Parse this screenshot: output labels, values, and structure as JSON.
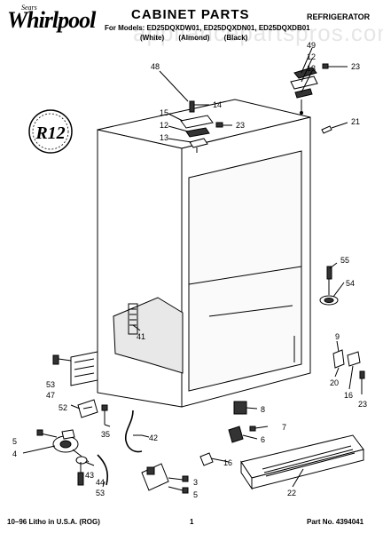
{
  "header": {
    "brand_swirl": "Sears",
    "brand": "Whirlpool",
    "title": "CABINET PARTS",
    "category": "REFRIGERATOR",
    "models": "For Models: ED25DQXDW01, ED25DQXDN01, ED25DQXDB01",
    "colors": "(White) (Almond) (Black)",
    "watermark": "appliancepartspros.com"
  },
  "badge": {
    "text": "R12"
  },
  "callouts": [
    {
      "id": "c48",
      "text": "48"
    },
    {
      "id": "c49",
      "text": "49"
    },
    {
      "id": "c12a",
      "text": "12"
    },
    {
      "id": "c13a",
      "text": "13"
    },
    {
      "id": "c23a",
      "text": "23"
    },
    {
      "id": "c14",
      "text": "14"
    },
    {
      "id": "c15",
      "text": "15"
    },
    {
      "id": "c12b",
      "text": "12"
    },
    {
      "id": "c13b",
      "text": "13"
    },
    {
      "id": "c23b",
      "text": "23"
    },
    {
      "id": "c21",
      "text": "21"
    },
    {
      "id": "c55",
      "text": "55"
    },
    {
      "id": "c54",
      "text": "54"
    },
    {
      "id": "c41",
      "text": "41"
    },
    {
      "id": "c9",
      "text": "9"
    },
    {
      "id": "c53a",
      "text": "53"
    },
    {
      "id": "c47",
      "text": "47"
    },
    {
      "id": "c52",
      "text": "52"
    },
    {
      "id": "c20",
      "text": "20"
    },
    {
      "id": "c16a",
      "text": "16"
    },
    {
      "id": "c23c",
      "text": "23"
    },
    {
      "id": "c8",
      "text": "8"
    },
    {
      "id": "c7",
      "text": "7"
    },
    {
      "id": "c6",
      "text": "6"
    },
    {
      "id": "c35",
      "text": "35"
    },
    {
      "id": "c42",
      "text": "42"
    },
    {
      "id": "c5a",
      "text": "5"
    },
    {
      "id": "c4",
      "text": "4"
    },
    {
      "id": "c16b",
      "text": "16"
    },
    {
      "id": "c43",
      "text": "43"
    },
    {
      "id": "c3",
      "text": "3"
    },
    {
      "id": "c5b",
      "text": "5"
    },
    {
      "id": "c44",
      "text": "44"
    },
    {
      "id": "c53b",
      "text": "53"
    },
    {
      "id": "c22",
      "text": "22"
    }
  ],
  "footer": {
    "print_info": "10–96 Litho in U.S.A. (ROG)",
    "page": "1",
    "part_no": "Part No. 4394041"
  }
}
